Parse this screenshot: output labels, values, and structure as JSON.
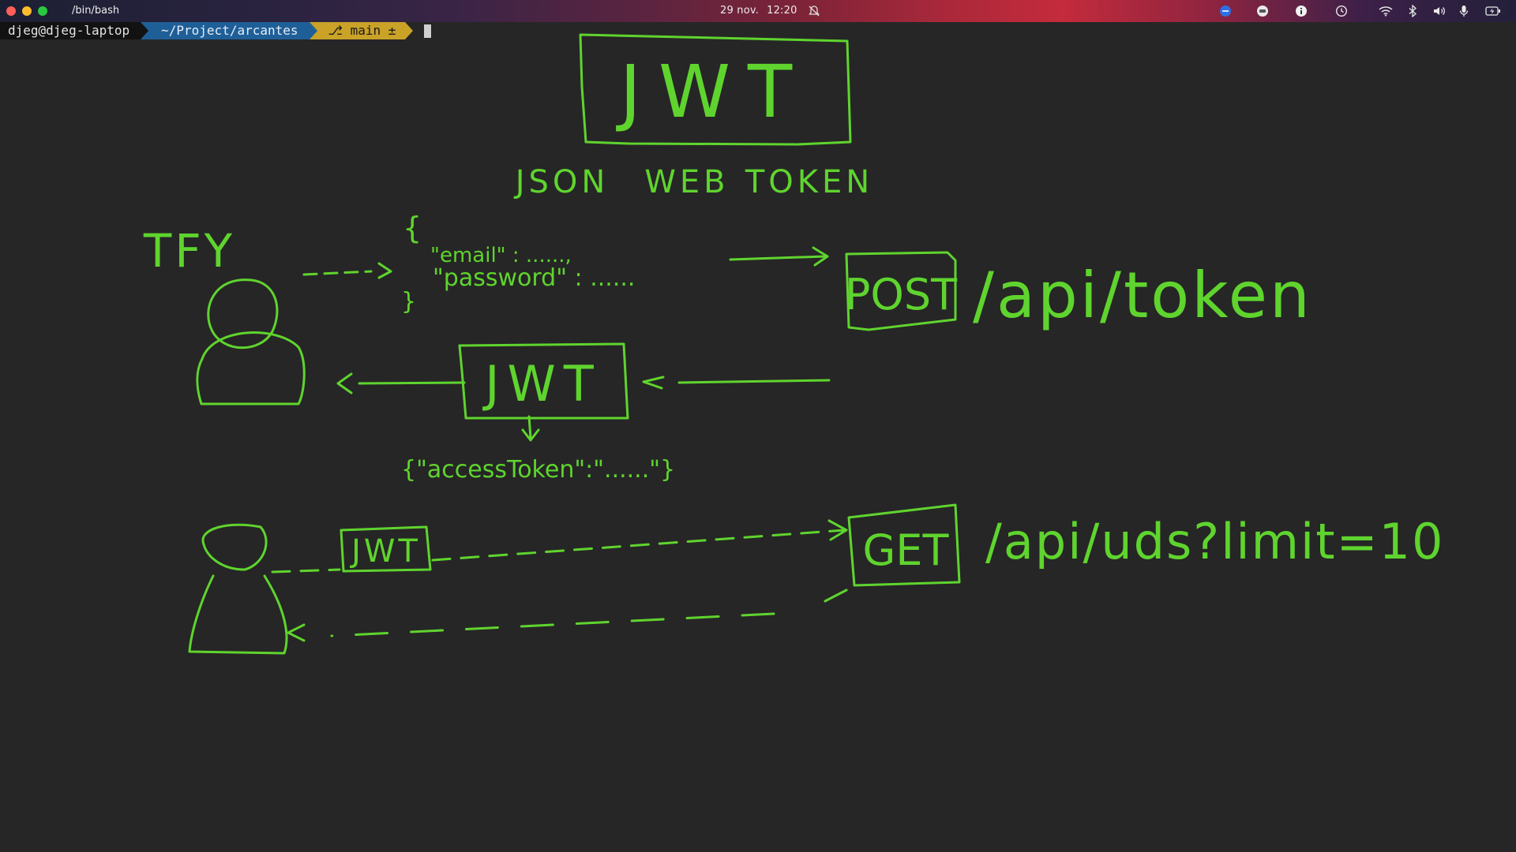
{
  "window": {
    "title": "/bin/bash"
  },
  "menubar": {
    "date": "29 nov.",
    "time": "12:20",
    "tray_icons": [
      "dnd-off-icon",
      "app-icon-blue",
      "chat-icon",
      "info-icon",
      "clock-icon",
      "wifi-icon",
      "bluetooth-icon",
      "volume-icon",
      "mic-icon",
      "battery-icon"
    ]
  },
  "prompt": {
    "user_host": "djeg@djeg-laptop",
    "directory": "~/Project/arcantes",
    "git_branch": "main ±",
    "branch_icon": "git-branch-icon"
  },
  "drawing": {
    "ink_color": "#5fd42e",
    "texts": {
      "jwt_title": "JWT",
      "subtitle_json": "JSON",
      "subtitle_web": "WEB",
      "subtitle_token": "TOKEN",
      "client_label": "TFY",
      "body_open": "{",
      "body_email": "\"email\" : ......,",
      "body_password": "\"password\" : ......",
      "body_close": "}",
      "post_method": "POST",
      "post_path": "/api/token",
      "jwt_returned": "JWT",
      "response": "{\"accessToken\":\"......\"}",
      "jwt_sent": "JWT",
      "get_method": "GET",
      "get_path": "/api/uds?limit=10"
    }
  }
}
